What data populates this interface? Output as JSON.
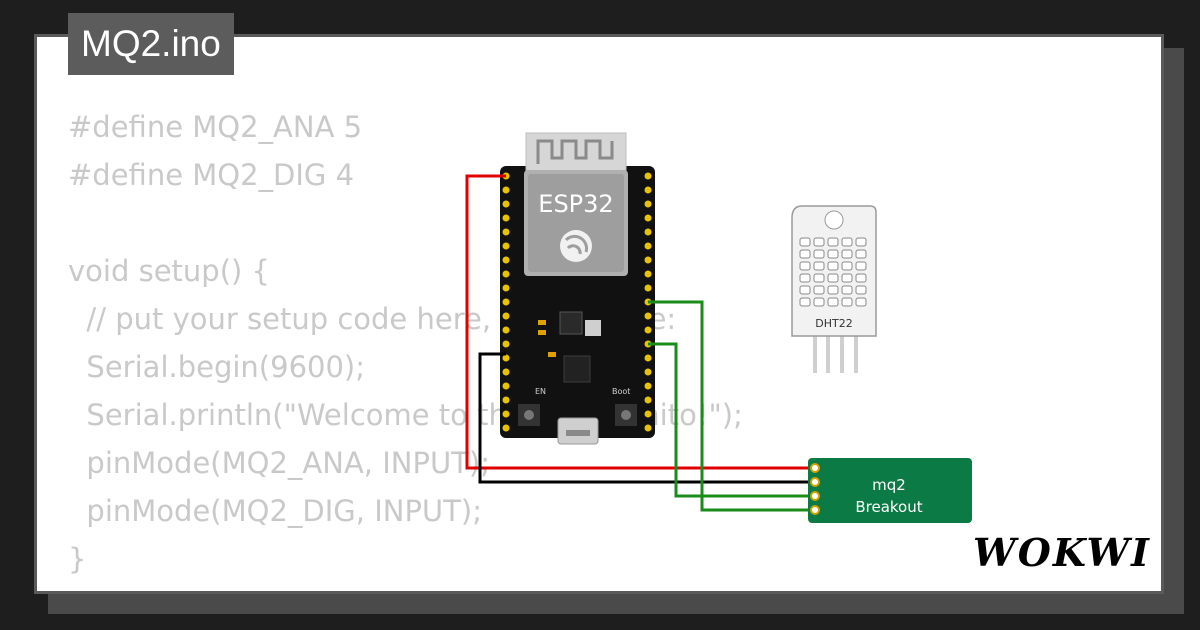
{
  "file_tab": {
    "title": "MQ2.ino"
  },
  "code_lines": [
    "#define MQ2_ANA 5",
    "#define MQ2_DIG 4",
    "",
    "void setup() {",
    "  // put your setup code here, to run once:",
    "  Serial.begin(9600);",
    "  Serial.println(\"Welcome to the Gas Monito!\");",
    "  pinMode(MQ2_ANA, INPUT);",
    "  pinMode(MQ2_DIG, INPUT);",
    "}"
  ],
  "components": {
    "esp32": {
      "label": "ESP32",
      "button_en": "EN",
      "button_boot": "Boot"
    },
    "dht22": {
      "label": "DHT22"
    },
    "mq2": {
      "line1": "mq2",
      "line2": "Breakout"
    }
  },
  "brand": {
    "logo": "WOKWI"
  },
  "colors": {
    "wire_red": "#e00000",
    "wire_black": "#000000",
    "wire_green": "#1a8c1a",
    "mq2_board": "#0b7a44"
  }
}
